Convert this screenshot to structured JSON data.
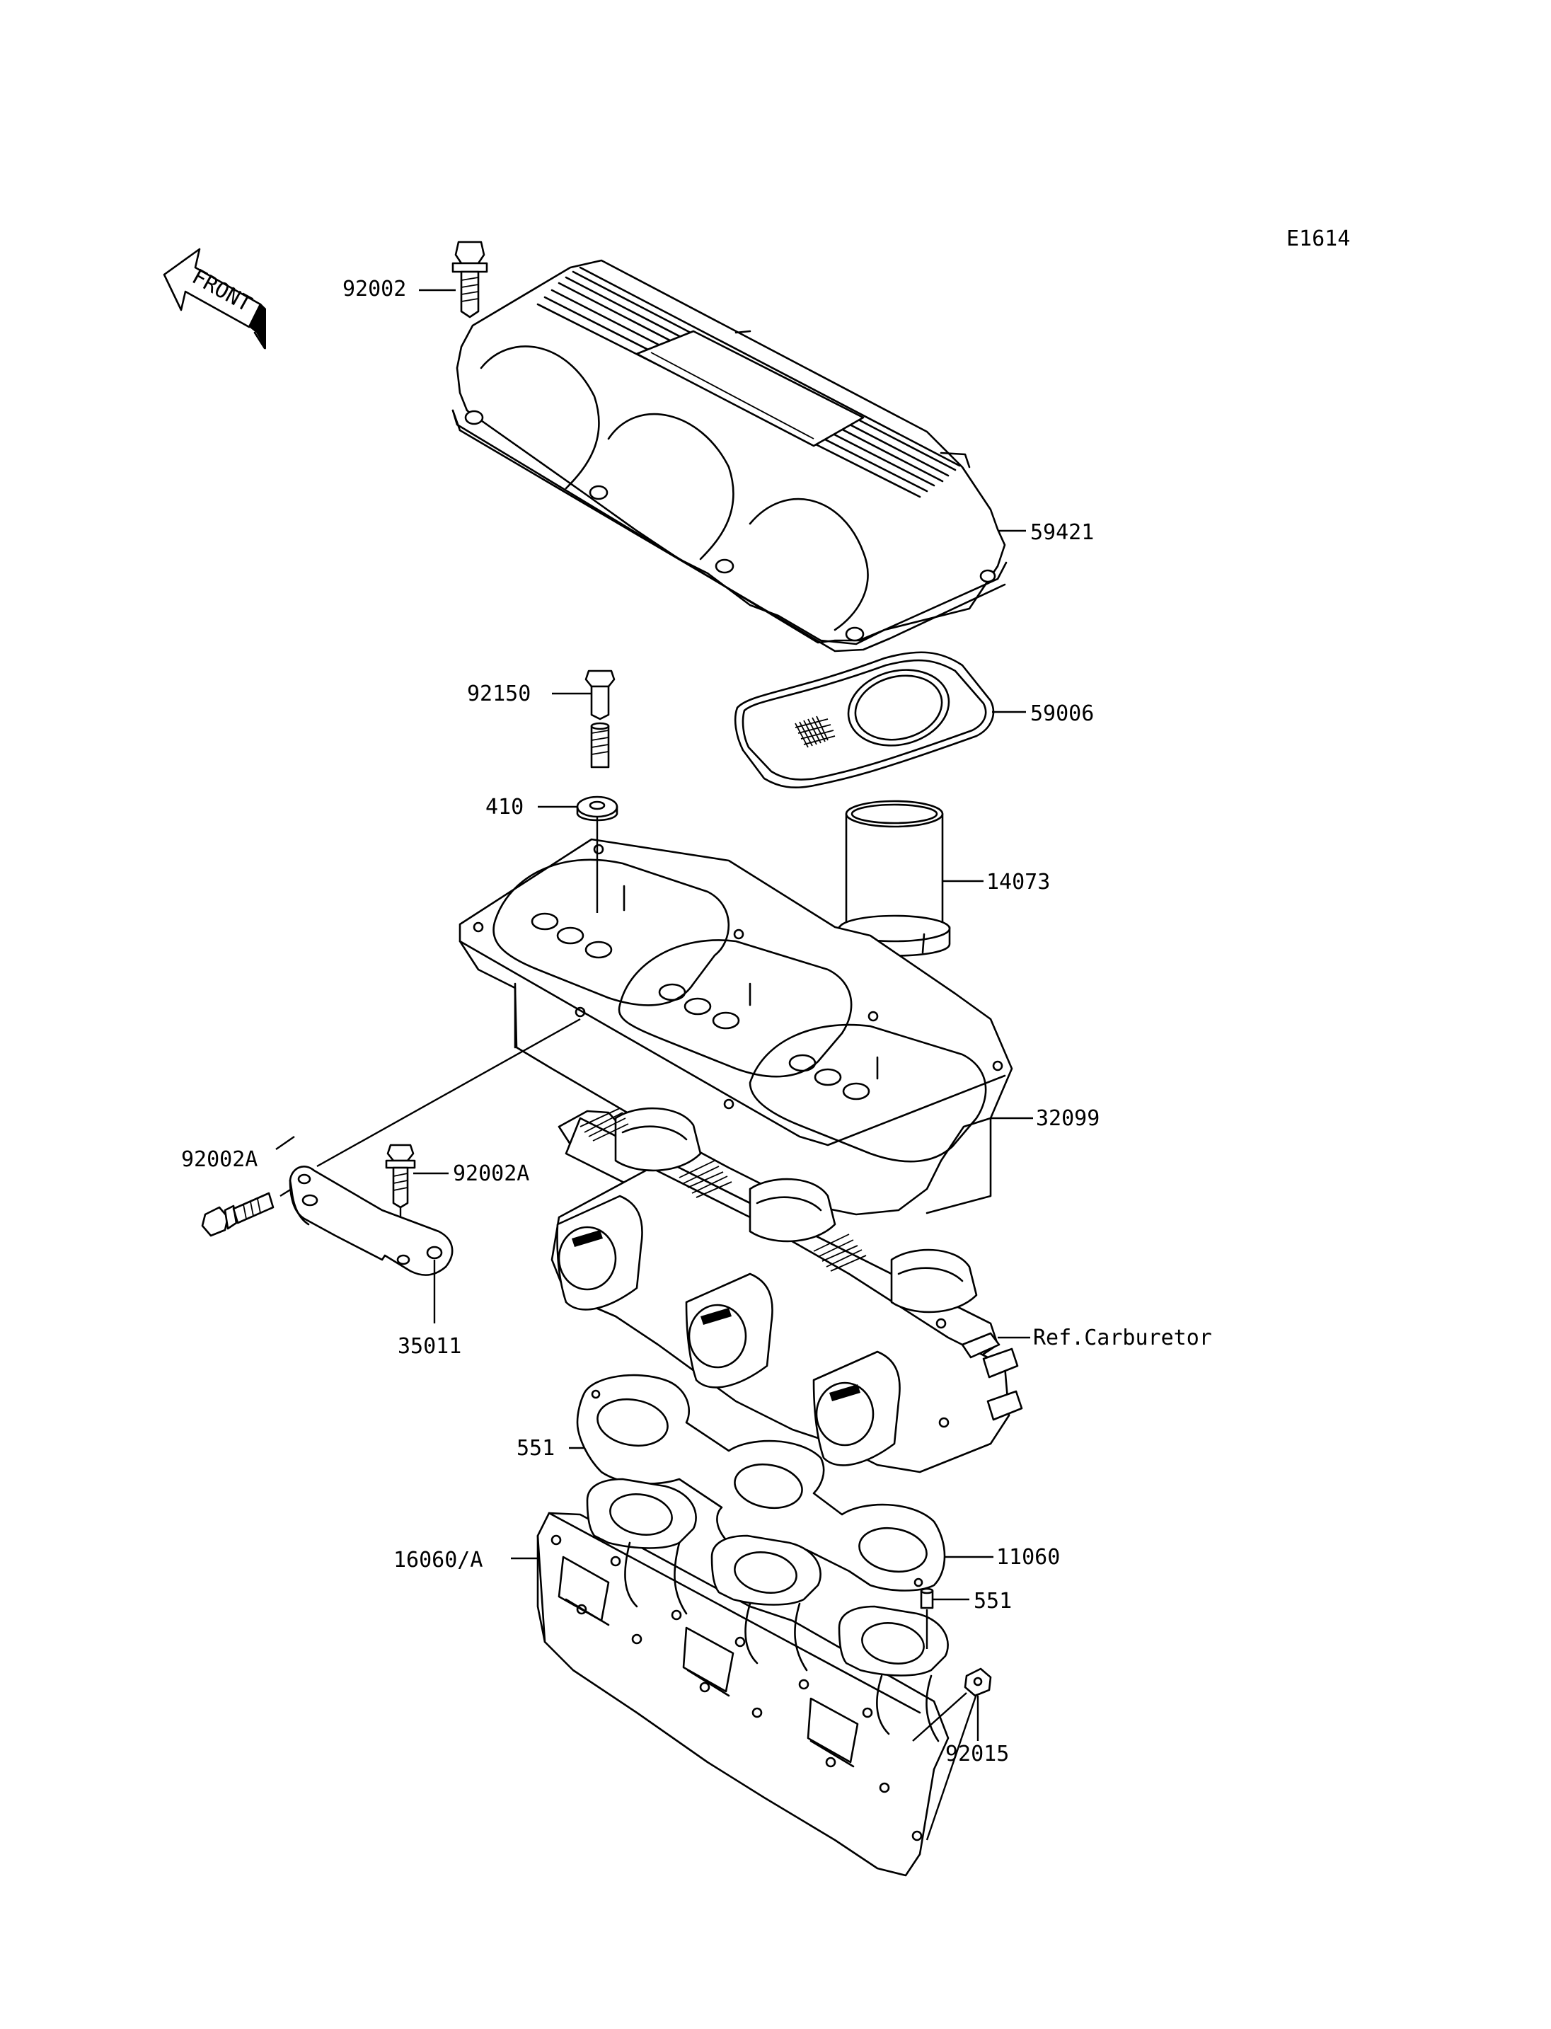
{
  "diagram": {
    "code": "E1614",
    "front_arrow": "FRONT",
    "labels": {
      "p92002": "92002",
      "p59421": "59421",
      "p92150": "92150",
      "p59006": "59006",
      "p410": "410",
      "p14073": "14073",
      "p32099": "32099",
      "p92002A_left": "92002A",
      "p92002A_right": "92002A",
      "p35011": "35011",
      "ref_carb": "Ref.Carburetor",
      "p551_top": "551",
      "p11060": "11060",
      "p16060A": "16060/A",
      "p551_right": "551",
      "p92015": "92015"
    }
  }
}
